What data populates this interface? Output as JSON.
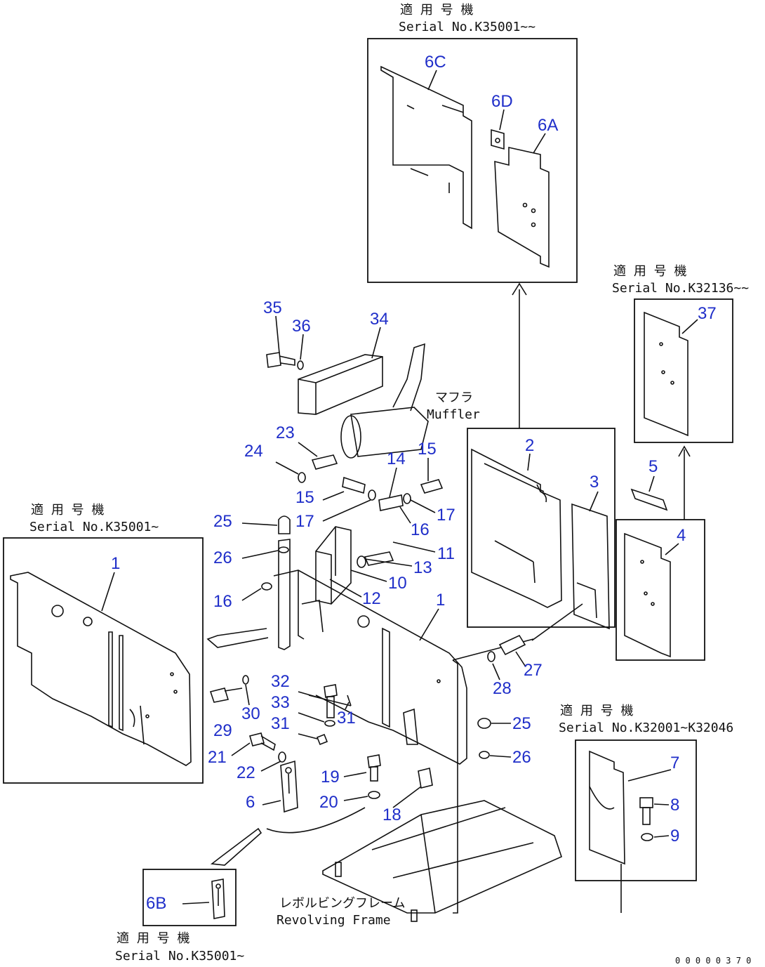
{
  "figure_id": "0 0 0 0 0 3 7 0",
  "applicability_label": "適 用 号 機",
  "insets": {
    "top": {
      "serial": "Serial No.K35001~~"
    },
    "right": {
      "serial": "Serial No.K32136~~"
    },
    "left": {
      "serial": "Serial No.K35001~"
    },
    "lower_right": {
      "serial": "Serial No.K32001~K32046"
    },
    "bottom": {
      "serial": "Serial No.K35001~"
    }
  },
  "labels": {
    "muffler_jp": "マフラ",
    "muffler_en": "Muffler",
    "frame_jp": "レボルビングフレーム",
    "frame_en": "Revolving Frame"
  },
  "callouts": {
    "c6C": "6C",
    "c6D": "6D",
    "c6A": "6A",
    "c37": "37",
    "c35": "35",
    "c36": "36",
    "c34": "34",
    "c23": "23",
    "c24": "24",
    "c15a": "15",
    "c15b": "15",
    "c14": "14",
    "c17a": "17",
    "c17b": "17",
    "c25a": "25",
    "c26a": "26",
    "c16a": "16",
    "c16b": "16",
    "c11": "11",
    "c13": "13",
    "c10": "10",
    "c12": "12",
    "c1a": "1",
    "c1b": "1",
    "c2": "2",
    "c3": "3",
    "c4": "4",
    "c5": "5",
    "c27": "27",
    "c28": "28",
    "c32": "32",
    "c33": "33",
    "c31a": "31",
    "c31b": "31",
    "c30": "30",
    "c29": "29",
    "c21": "21",
    "c22": "22",
    "c25b": "25",
    "c26b": "26",
    "c19": "19",
    "c20": "20",
    "c18": "18",
    "c6": "6",
    "c6B": "6B",
    "c7": "7",
    "c8": "8",
    "c9": "9"
  }
}
